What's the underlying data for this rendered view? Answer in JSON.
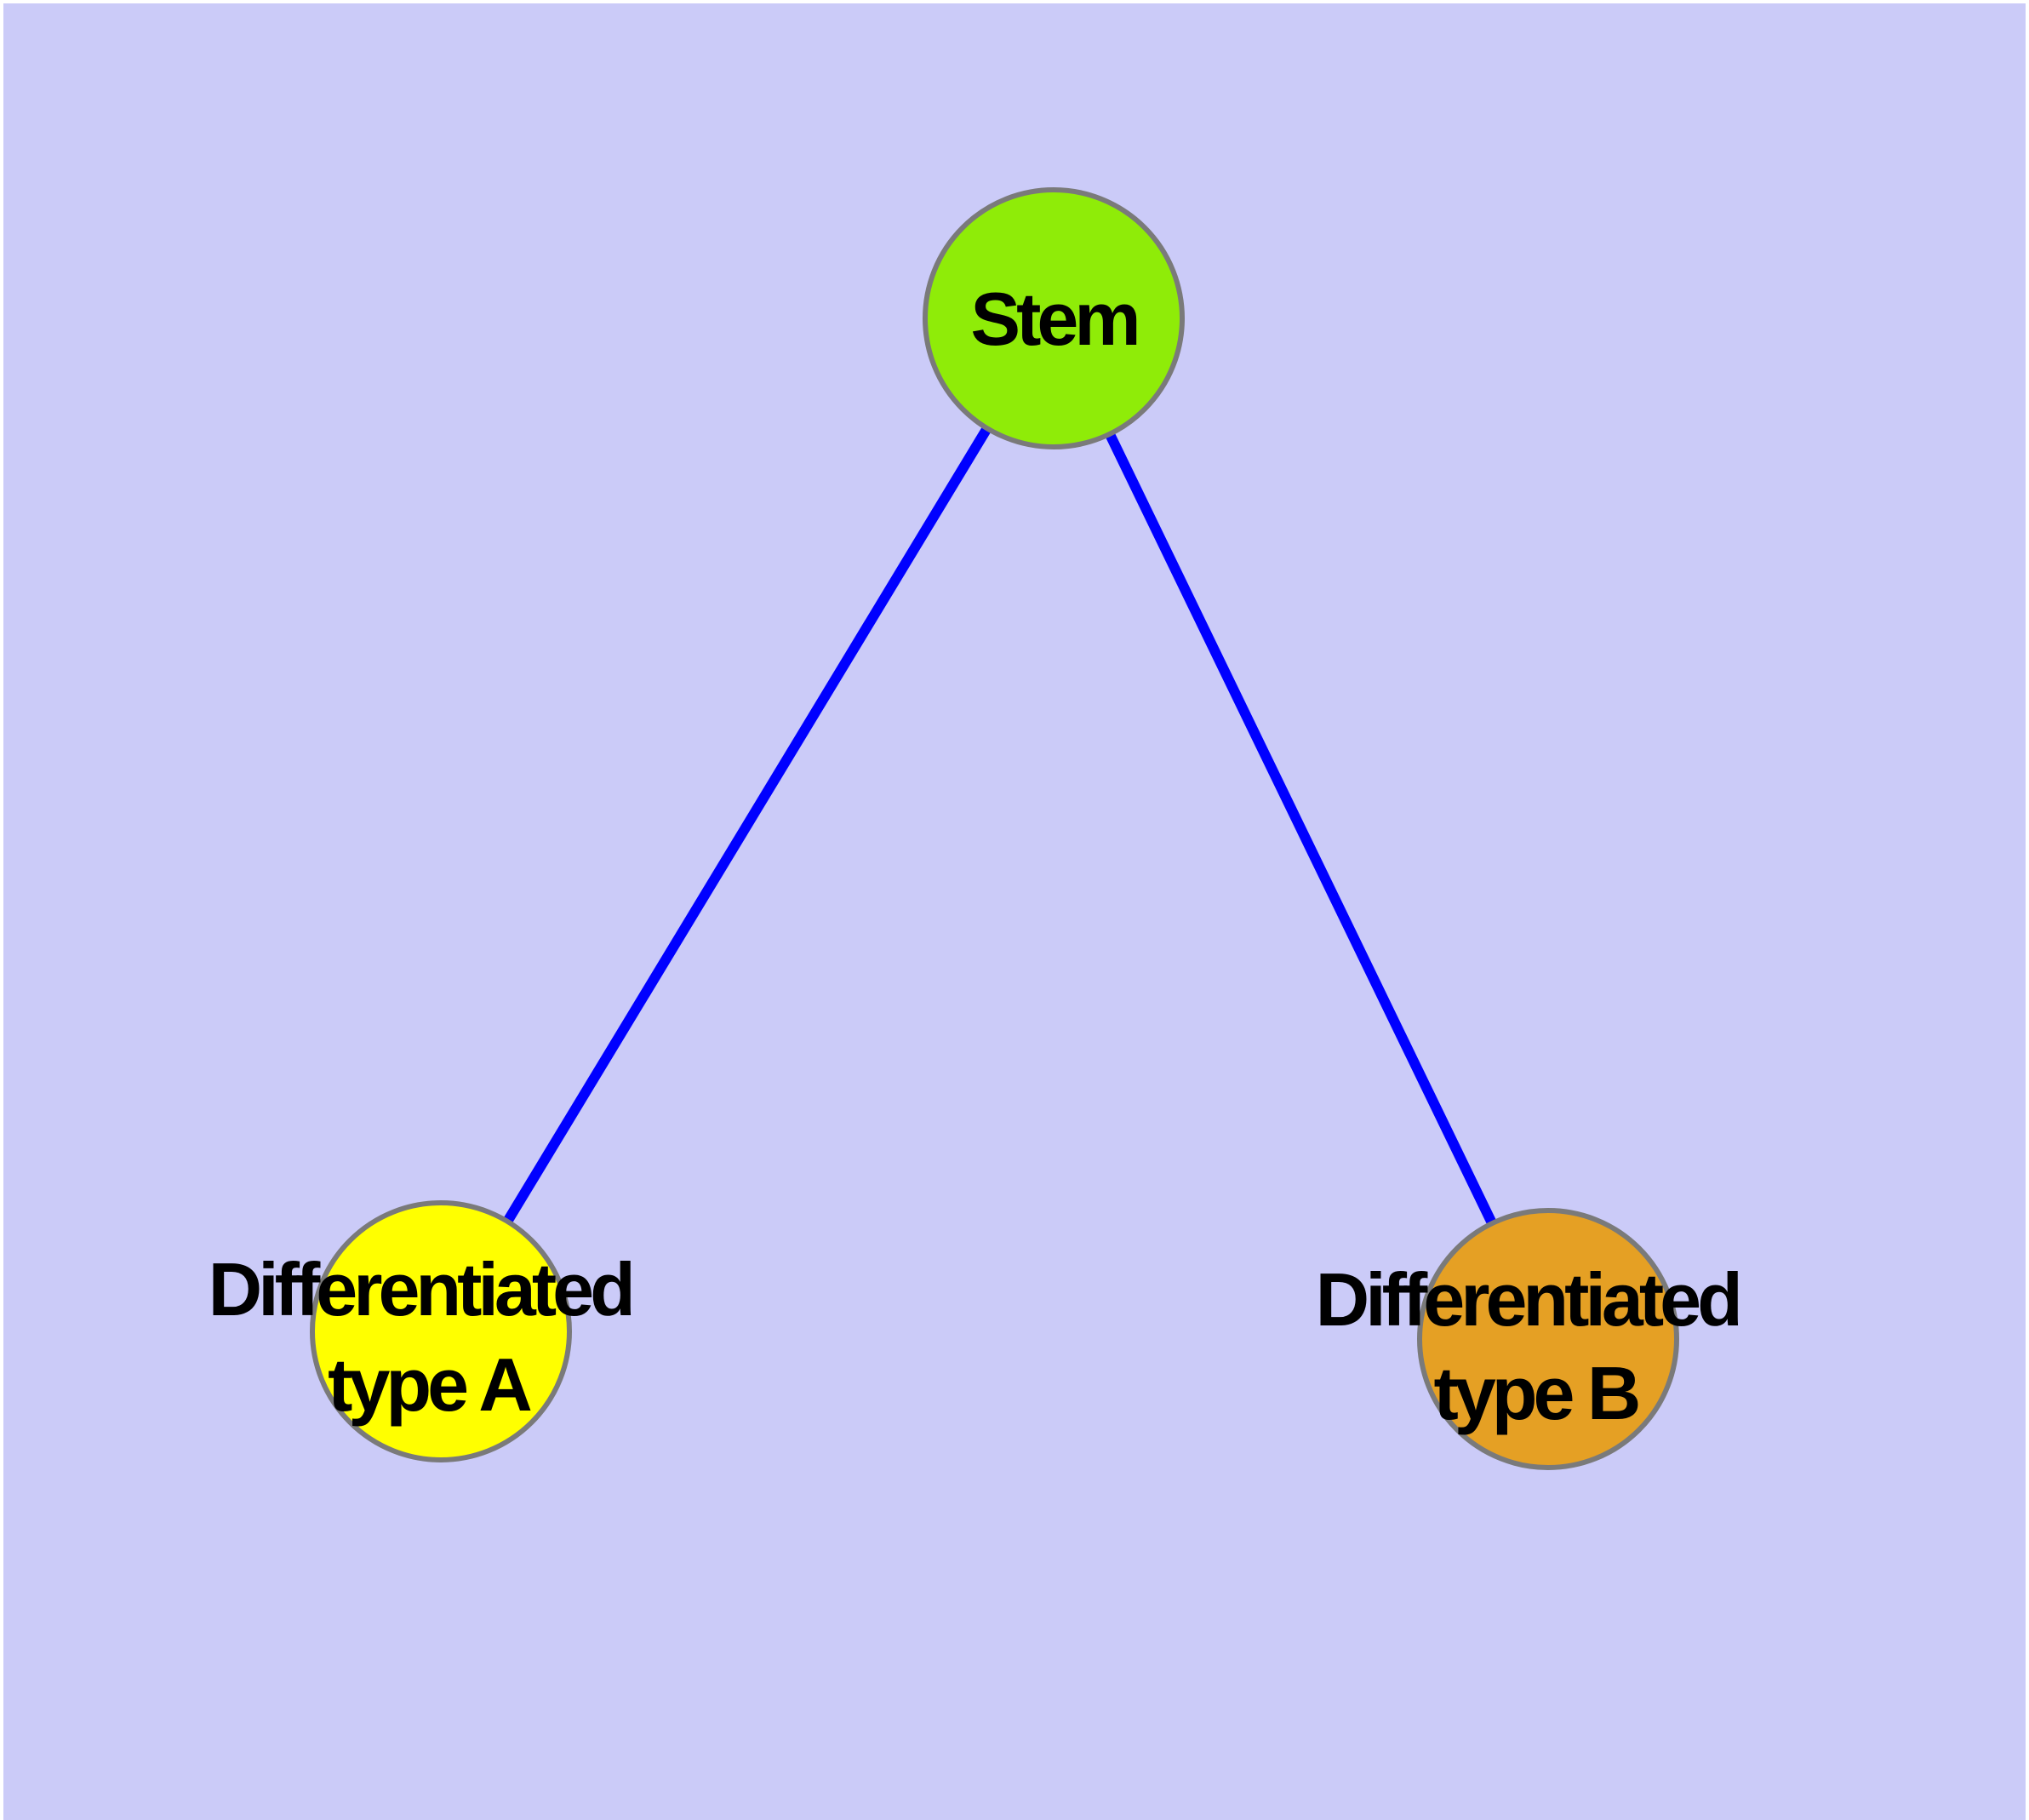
{
  "diagram": {
    "background_color": "#CBCBF8",
    "frame_color": "#FFFFFF",
    "edge_color": "#0000FF",
    "node_border_color": "#7A7A7A",
    "text_color": "#000000",
    "nodes": [
      {
        "id": "stem",
        "label": "Stem",
        "lines": [
          "Stem"
        ],
        "fill": "#8FEC08"
      },
      {
        "id": "type-a",
        "label": "Differentiated type A",
        "lines": [
          "Differentiated",
          "type A"
        ],
        "fill": "#FFFF00"
      },
      {
        "id": "type-b",
        "label": "Differentiated type B",
        "lines": [
          "Differentiated",
          "type B"
        ],
        "fill": "#E5A024"
      }
    ],
    "edges": [
      {
        "from": "Stem",
        "to": "Differentiated type A"
      },
      {
        "from": "Stem",
        "to": "Differentiated type B"
      }
    ]
  }
}
